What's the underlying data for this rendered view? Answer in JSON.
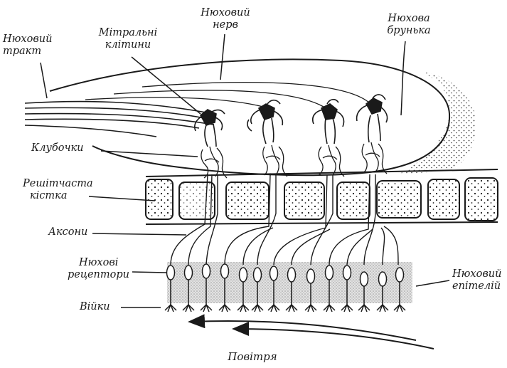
{
  "labels": {
    "olfactory_tract": [
      "Нюховий",
      "тракт"
    ],
    "mitral_cells": [
      "Мітральні",
      "клітини"
    ],
    "olfactory_nerve": [
      "Нюховий",
      "нерв"
    ],
    "olfactory_bulb": [
      "Нюхова",
      "брунька"
    ],
    "glomeruli": "Клубочки",
    "cribriform_plate": [
      "Решітчаста",
      "кістка"
    ],
    "axons": "Аксони",
    "olfactory_receptors": [
      "Нюхові",
      "рецептори"
    ],
    "cilia": "Війки",
    "olfactory_epithelium": [
      "Нюховий",
      "епітелій"
    ],
    "air": "Повітря"
  },
  "colors": {
    "ink": "#1a1a1a",
    "epithelium_shading": "#c8c8c8",
    "background": "#ffffff"
  }
}
